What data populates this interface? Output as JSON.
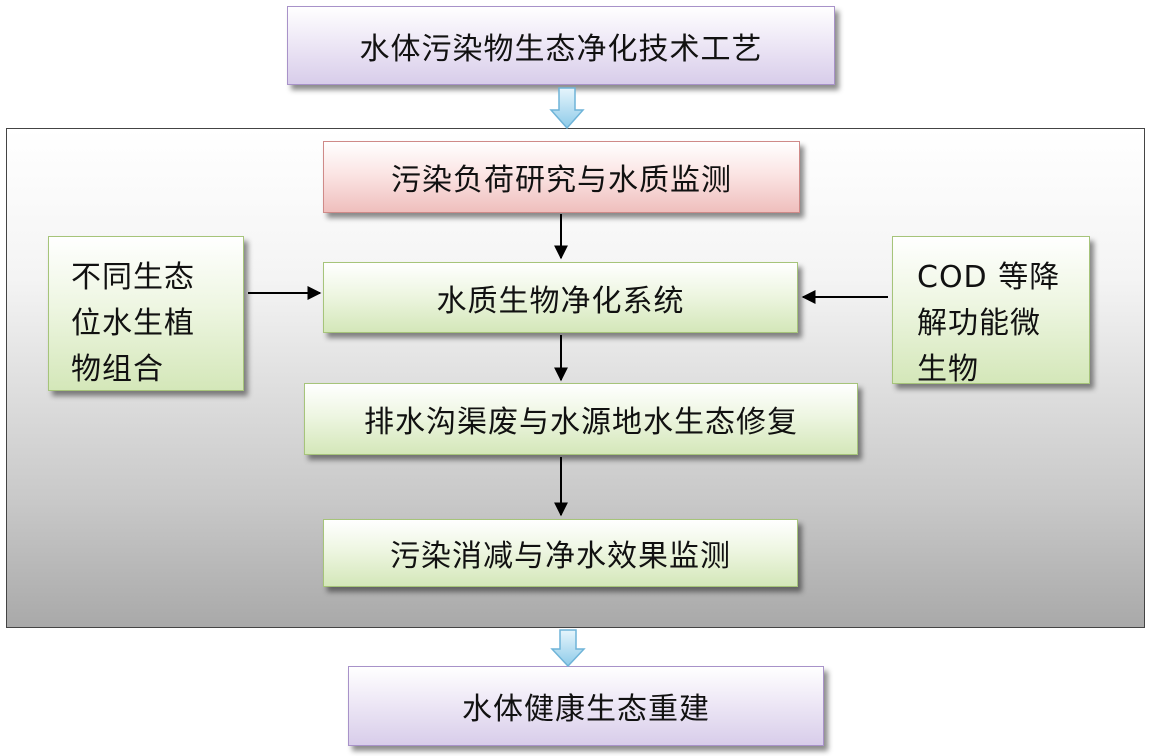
{
  "title": "水体污染物生态净化技术工艺",
  "steps": {
    "pollution_load": "污染负荷研究与水质监测",
    "bio_purification": "水质生物净化系统",
    "ditch_restoration": "排水沟渠废与水源地水生态修复",
    "effect_monitoring": "污染消减与净水效果监测"
  },
  "left_input": {
    "line1": "不同生态",
    "line2": "位水生植",
    "line3": "物组合"
  },
  "right_input": {
    "line1": "COD 等降",
    "line2": "解功能微",
    "line3": "生物"
  },
  "result": "水体健康生态重建",
  "colors": {
    "purple": "#d8cdea",
    "green": "#d4e7b9",
    "red": "#efbfbd",
    "block_arrow": "#9fd4ee"
  }
}
